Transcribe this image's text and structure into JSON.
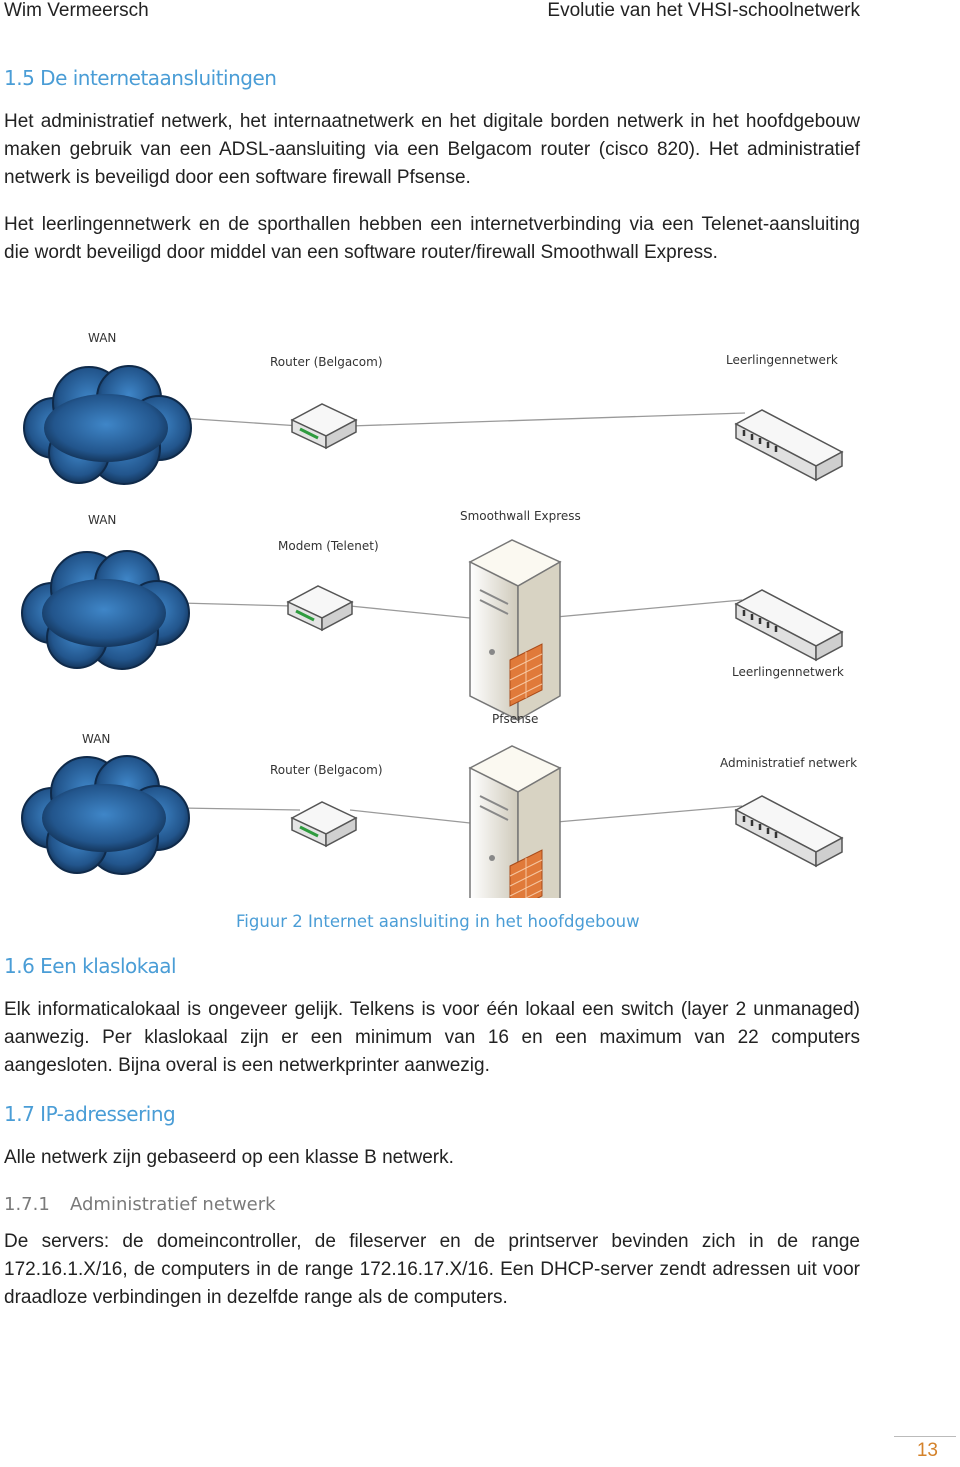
{
  "header": {
    "left": "Wim Vermeersch",
    "right": "Evolutie van het VHSI-schoolnetwerk"
  },
  "section_1_5": {
    "title": "1.5 De internetaansluitingen",
    "para1": "Het administratief netwerk, het internaatnetwerk en het digitale borden netwerk in het hoofdgebouw maken gebruik van een ADSL-aansluiting via een Belgacom router (cisco 820). Het administratief netwerk is beveiligd door een software firewall Pfsense.",
    "para2": "Het leerlingennetwerk en de sporthallen hebben een internetverbinding via een Telenet-aansluiting die wordt beveiligd door middel van een software router/firewall Smoothwall Express."
  },
  "diagram": {
    "row1": {
      "wan": "WAN",
      "device": "Router (Belgacom)",
      "switch": "Leerlingennetwerk"
    },
    "row2": {
      "wan": "WAN",
      "server": "Smoothwall Express",
      "device": "Modem (Telenet)",
      "switch": "Leerlingennetwerk"
    },
    "row3": {
      "wan": "WAN",
      "server": "Pfsense",
      "device": "Router (Belgacom)",
      "switch": "Administratief netwerk"
    },
    "caption": "Figuur 2 Internet aansluiting in het hoofdgebouw",
    "colors": {
      "cloud": "#2f6aa8",
      "cloud_dark": "#0f2a4a",
      "line": "#9a9a9a",
      "server": "#f3efe0",
      "brick": "#e07a3a"
    },
    "icons": [
      "cloud-icon",
      "router-icon",
      "switch-icon",
      "server-icon",
      "firewall-icon"
    ]
  },
  "section_1_6": {
    "title": "1.6 Een klaslokaal",
    "para": "Elk informaticalokaal is ongeveer gelijk. Telkens is voor één lokaal een switch (layer 2 unmanaged) aanwezig. Per klaslokaal zijn er een minimum van 16 en een maximum van 22 computers aangesloten. Bijna overal is een netwerkprinter aanwezig."
  },
  "section_1_7": {
    "title": "1.7 IP-adressering",
    "para": "Alle netwerk zijn gebaseerd op een klasse B netwerk.",
    "sub_number": "1.7.1",
    "sub_title": "Administratief netwerk",
    "sub_para": "De servers: de domeincontroller, de fileserver en de printserver bevinden zich in de range 172.16.1.X/16, de computers in de range 172.16.17.X/16. Een DHCP-server zendt adressen uit voor draadloze verbindingen in dezelfde range als de computers."
  },
  "page_number": "13"
}
